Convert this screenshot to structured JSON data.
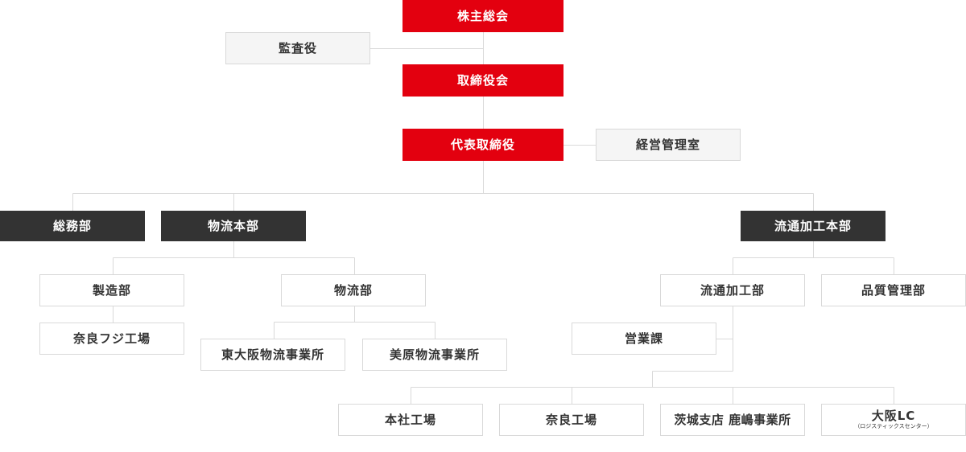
{
  "nodes": {
    "shareholders": "株主総会",
    "auditor": "監査役",
    "board": "取締役会",
    "representative": "代表取締役",
    "management_office": "経営管理室",
    "general_affairs": "総務部",
    "logistics_hq": "物流本部",
    "processing_hq": "流通加工本部",
    "manufacturing": "製造部",
    "logistics_dept": "物流部",
    "processing_dept": "流通加工部",
    "quality_control": "品質管理部",
    "nara_fuji_factory": "奈良フジ工場",
    "higashi_osaka": "東大阪物流事業所",
    "mihara": "美原物流事業所",
    "sales": "営業課",
    "head_factory": "本社工場",
    "nara_factory": "奈良工場",
    "ibaraki_kashima": "茨城支店 鹿嶋事業所",
    "osaka_lc": "大阪LC",
    "osaka_lc_sub": "（ロジスティックスセンター）"
  },
  "colors": {
    "red": "#e3000f",
    "dark": "#333333",
    "line": "#d9d9d9"
  }
}
